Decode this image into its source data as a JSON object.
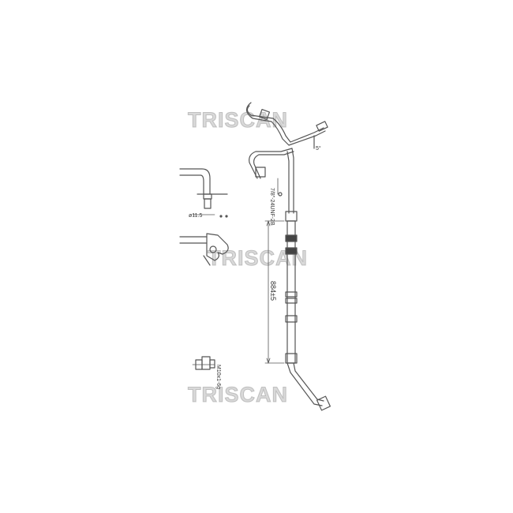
{
  "watermarks": [
    "TRISCAN",
    "TRISCAN",
    "TRISCAN"
  ],
  "dimensions": {
    "main_length": "884±5",
    "thread_upper": "7/8\"-24UNF-2B",
    "thread_lower": "M10x1-6g",
    "hole_diameter": "ø11.5",
    "angle": "5°"
  },
  "colors": {
    "line": "#555555",
    "watermark": "#aaaaaa"
  }
}
